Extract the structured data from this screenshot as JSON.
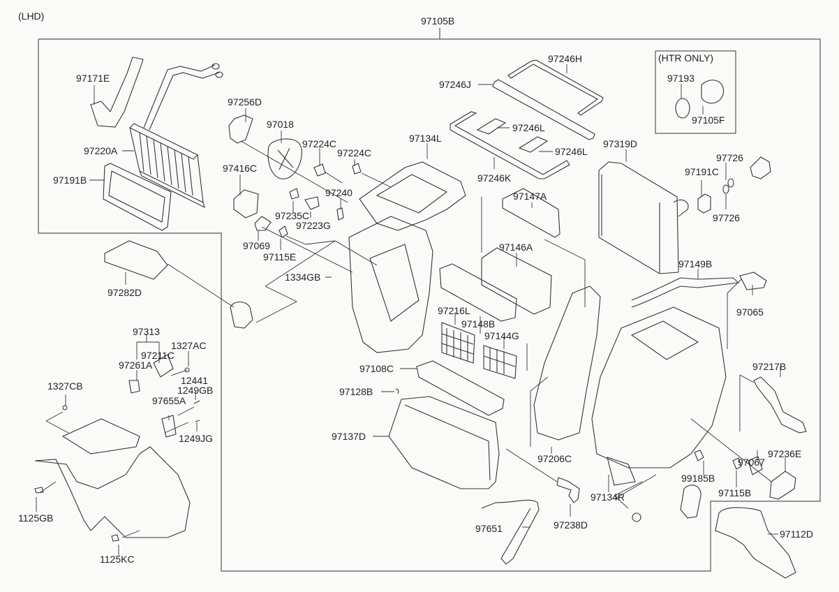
{
  "diagram": {
    "variant_label": "(LHD)",
    "assembly_label": "97105B",
    "inset_title": "(HTR ONLY)",
    "colors": {
      "background": "#fafbf9",
      "line": "#333333",
      "text": "#222222"
    },
    "labels": {
      "p97171E": "97171E",
      "p97220A": "97220A",
      "p97191B": "97191B",
      "p97256D": "97256D",
      "p97018": "97018",
      "p97224C_a": "97224C",
      "p97224C_b": "97224C",
      "p97416C": "97416C",
      "p97240": "97240",
      "p97235C": "97235C",
      "p97223G": "97223G",
      "p97069": "97069",
      "p97115E": "97115E",
      "p97134L": "97134L",
      "p97246H": "97246H",
      "p97246J": "97246J",
      "p97246L_a": "97246L",
      "p97246L_b": "97246L",
      "p97246K": "97246K",
      "p97193": "97193",
      "p97105F": "97105F",
      "p97319D": "97319D",
      "p97726_a": "97726",
      "p97726_b": "97726",
      "p97191C": "97191C",
      "p97147A": "97147A",
      "p97146A": "97146A",
      "p97282D": "97282D",
      "p1334GB": "1334GB",
      "p97216L": "97216L",
      "p97148B": "97148B",
      "p97144G": "97144G",
      "p97149B": "97149B",
      "p97065": "97065",
      "p97313": "97313",
      "p97211C": "97211C",
      "p1327AC": "1327AC",
      "p97261A": "97261A",
      "p12441": "12441",
      "p1249GB": "1249GB",
      "p97655A": "97655A",
      "p1249JG": "1249JG",
      "p1327CB": "1327CB",
      "p1125GB": "1125GB",
      "p1125KC": "1125KC",
      "p97108C": "97108C",
      "p97128B": "97128B",
      "p97137D": "97137D",
      "p97206C": "97206C",
      "p97651": "97651",
      "p97238D": "97238D",
      "p97134R": "97134R",
      "p97217B": "97217B",
      "p99185B": "99185B",
      "p97067": "97067",
      "p97236E": "97236E",
      "p97115B": "97115B",
      "p97112D": "97112D"
    }
  }
}
